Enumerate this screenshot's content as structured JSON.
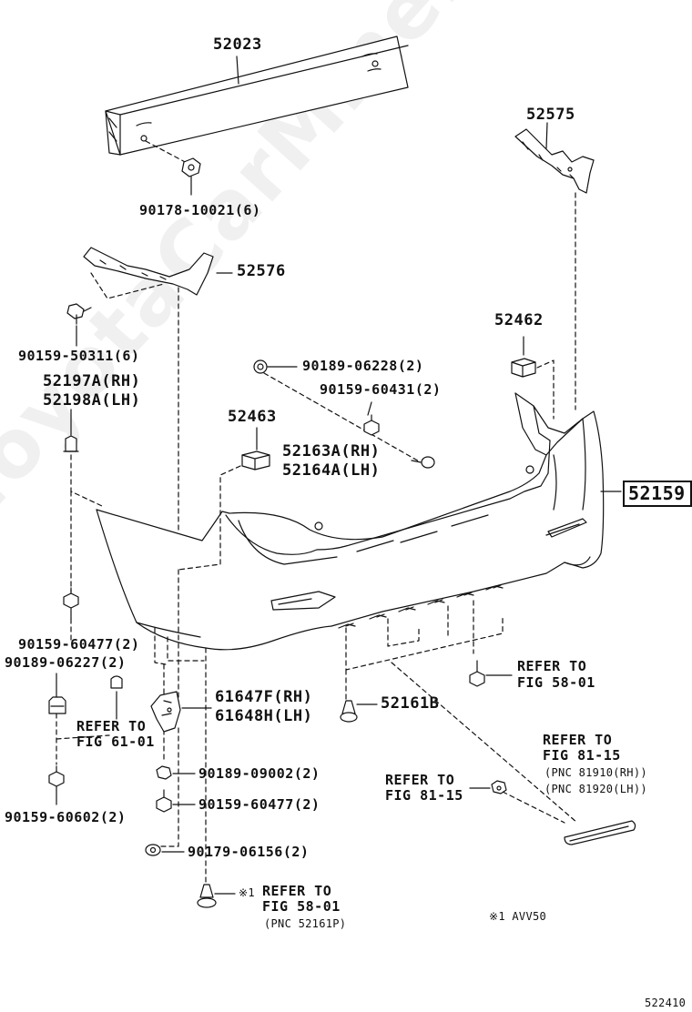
{
  "watermark": "ToyotaCarMine.ru",
  "labels": {
    "p52023": "52023",
    "p90178": "90178-10021(6)",
    "p52575": "52575",
    "p52576": "52576",
    "p90159_50311": "90159-50311(6)",
    "p52462": "52462",
    "p90189_06228": "90189-06228(2)",
    "p90159_60431": "90159-60431(2)",
    "p52197": "52197A(RH)",
    "p52198": "52198A(LH)",
    "p52463": "52463",
    "p52163": "52163A(RH)",
    "p52164": "52164A(LH)",
    "p52159": "52159",
    "p90159_60477a": "90159-60477(2)",
    "p90189_06227": "90189-06227(2)",
    "refer_58_1": "REFER TO",
    "refer_58_2": "FIG 58-01",
    "p61647": "61647F(RH)",
    "p61648": "61648H(LH)",
    "p52161b": "52161B",
    "refer_61_1": "REFER TO",
    "refer_61_2": "FIG 61-01",
    "refer_8115a_1": "REFER TO",
    "refer_8115a_2": "FIG 81-15",
    "pnc_81910": "(PNC 81910(RH))",
    "pnc_81920": "(PNC 81920(LH))",
    "p90189_09002": "90189-09002(2)",
    "refer_8115b_1": "REFER TO",
    "refer_8115b_2": "FIG 81-15",
    "p90159_60477b": "90159-60477(2)",
    "p90159_60602": "90159-60602(2)",
    "p90179_06156": "90179-06156(2)",
    "note_mark": "※1",
    "refer_5801b_1": "REFER TO",
    "refer_5801b_2": "FIG 58-01",
    "pnc_52161p": "(PNC 52161P)",
    "note_avv": "※1  AVV50",
    "figure_no": "522410"
  }
}
